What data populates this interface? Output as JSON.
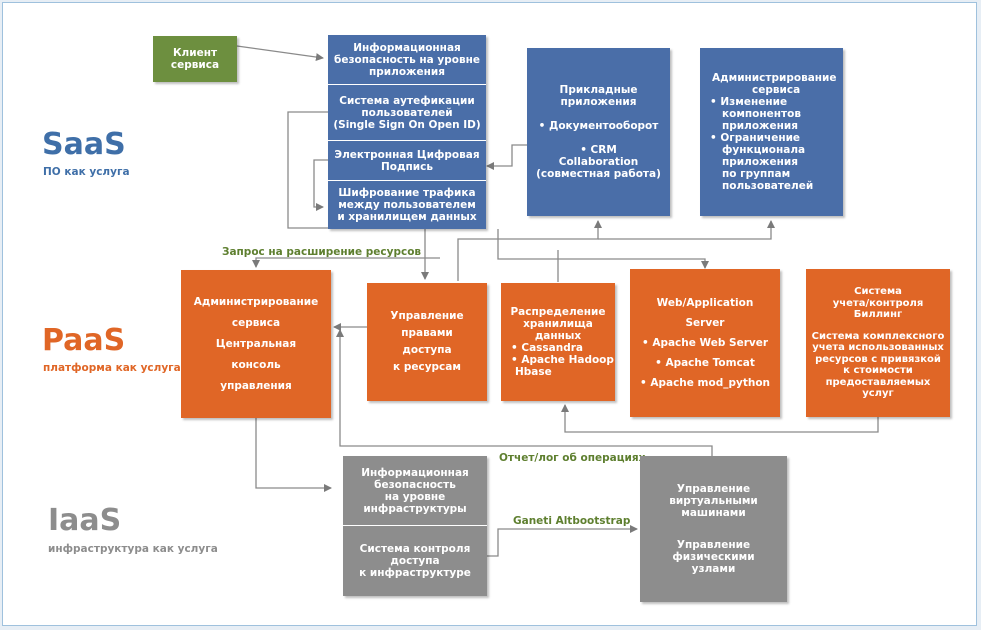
{
  "layers": {
    "saas": {
      "title": "SaaS",
      "subtitle": "ПО как услуга",
      "color": "#3f6fa8"
    },
    "paas": {
      "title": "PaaS",
      "subtitle": "платформа как услуга",
      "color": "#e06626"
    },
    "iaas": {
      "title": "IaaS",
      "subtitle": "инфраструктура как услуга",
      "color": "#8d8d8d"
    }
  },
  "client_box": {
    "lines": [
      "Клиент",
      "сервиса"
    ]
  },
  "security_stack": [
    {
      "lines": [
        "Информационная",
        "безопасность на уровне",
        "приложения"
      ]
    },
    {
      "lines": [
        "Система аутефикации",
        "пользователей",
        "(Single Sign On Open ID)"
      ]
    },
    {
      "lines": [
        "Электронная Цифровая",
        "Подпись"
      ]
    },
    {
      "lines": [
        "Шифрование трафика",
        "между пользователем",
        "и хранилищем данных"
      ]
    }
  ],
  "apps_box": {
    "lines": [
      "Прикладные",
      "приложения",
      "",
      "• Документооборот",
      "",
      "• CRM",
      "Collaboration",
      "(совместная работа)"
    ]
  },
  "service_admin_box": {
    "lines": [
      "Администрирование",
      "сервиса",
      "• Изменение",
      "компонентов",
      "приложения",
      "• Ограничение",
      "функционала",
      "приложения",
      "по  группам",
      "пользователей"
    ]
  },
  "paas_admin_box": {
    "lines": [
      "Администрирование",
      "сервиса",
      "Центральная",
      "консоль",
      "управления"
    ]
  },
  "access_box": {
    "lines": [
      "Управление",
      "правами",
      "доступа",
      "к ресурсам"
    ]
  },
  "storage_box": {
    "lines": [
      "Распределение",
      "хранилища",
      "данных",
      "• Cassandra",
      "• Apache Hadoop",
      "Hbase"
    ]
  },
  "webapp_box": {
    "lines": [
      "Web/Application",
      "Server",
      "• Apache Web Server",
      "• Apache Tomcat",
      "• Apache mod_python"
    ]
  },
  "billing_box": {
    "lines": [
      "Система",
      "учета/контроля",
      "Биллинг",
      "",
      "Система комплексного",
      "учета использованных",
      "ресурсов с привязкой",
      "к стоимости",
      "предоставляемых",
      "услуг"
    ]
  },
  "iaas_stack": [
    {
      "lines": [
        "Информационная",
        "безопасность",
        "на уровне",
        "инфраструктуры"
      ]
    },
    {
      "lines": [
        "Система контроля",
        "доступа",
        "к инфраструктуре"
      ]
    }
  ],
  "vm_box": {
    "lines": [
      "Управление",
      "виртуальными",
      "машинами",
      "",
      "",
      "Управление",
      "физическими",
      "узлами"
    ]
  },
  "annotations": {
    "resource_request": "Запрос на расширение ресурсов",
    "report_log": "Отчет/лог об операциях",
    "ganeti": "Ganeti Altbootstrap"
  },
  "colors": {
    "blue": "#4a6ea8",
    "green": "#6d8f3f",
    "orange": "#e06626",
    "gray": "#8d8d8d",
    "annotation_green": "#5e7f2f",
    "arrow": "#7a7a7a"
  }
}
